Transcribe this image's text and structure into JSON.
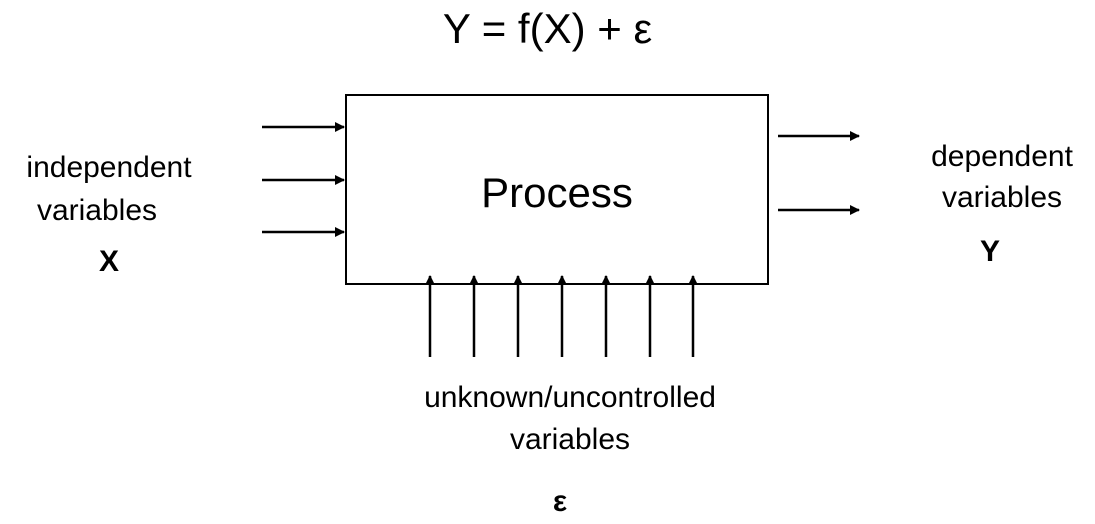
{
  "equation": "Y = f(X) + ε",
  "process": {
    "label": "Process"
  },
  "inputs": {
    "line1": "independent",
    "line2": "variables",
    "symbol": "X",
    "arrow_count": 3
  },
  "outputs": {
    "line1": "dependent",
    "line2": "variables",
    "symbol": "Y",
    "arrow_count": 2
  },
  "noise": {
    "line1": "unknown/uncontrolled",
    "line2": "variables",
    "symbol": "ε",
    "arrow_count": 7
  },
  "colors": {
    "stroke": "#000000",
    "background": "#ffffff"
  }
}
